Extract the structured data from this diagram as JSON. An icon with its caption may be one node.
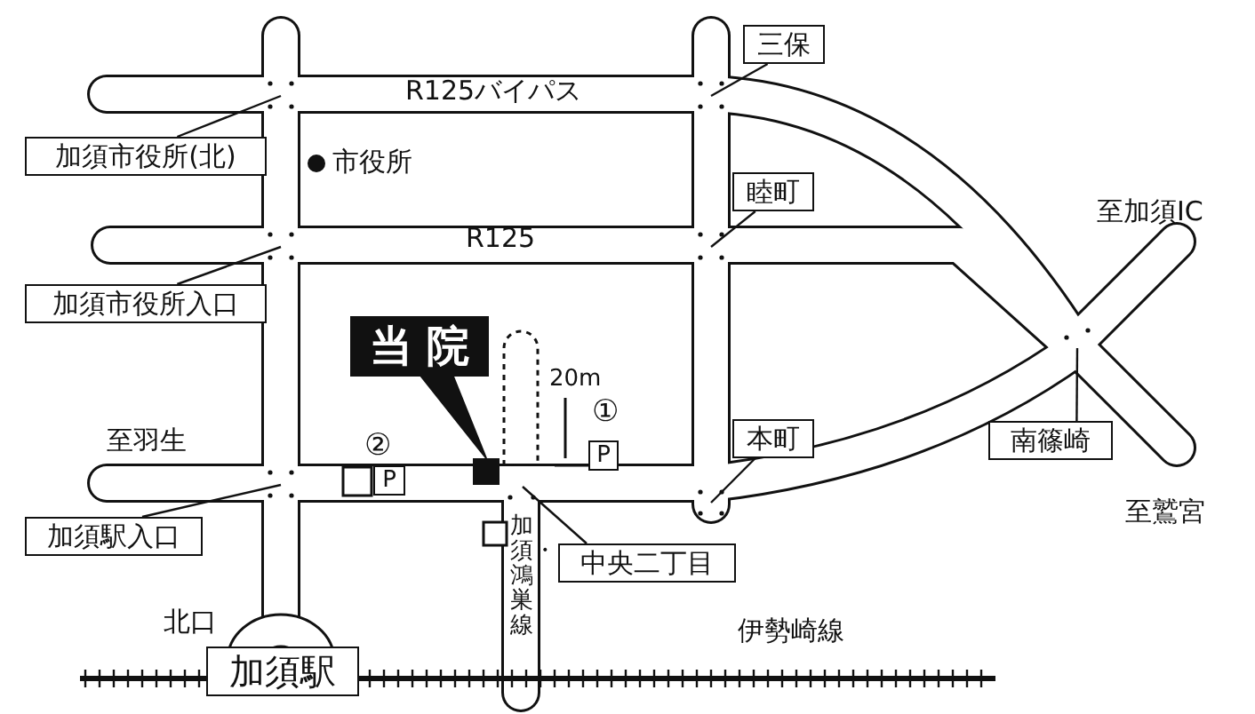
{
  "diagram": {
    "nodes": [
      {
        "text": [
          "加須市役所(北)"
        ]
      },
      {
        "text": [
          "三保"
        ]
      },
      {
        "text": [
          "睦町"
        ]
      },
      {
        "text": [
          "加須市役所入口"
        ]
      },
      {
        "text": [
          "当院"
        ]
      },
      {
        "text": [],
        "shape": "box"
      },
      {
        "text": [
          "P"
        ],
        "beside": [
          "②"
        ]
      },
      {
        "text": [
          "P"
        ],
        "beside": [
          "①"
        ]
      },
      {
        "text": [
          "本町"
        ]
      },
      {
        "text": [
          "南篠崎"
        ]
      },
      {
        "text": [
          "加須駅入口"
        ]
      },
      {
        "text": [
          "中央二丁目"
        ]
      },
      {
        "text": [
          "加須駅"
        ]
      }
    ],
    "edges": [
      {
        "from": 0,
        "to": null,
        "arrow": "none"
      },
      {
        "from": 1,
        "to": null,
        "arrow": "none"
      },
      {
        "from": 2,
        "to": null,
        "arrow": "none"
      },
      {
        "from": 3,
        "to": null,
        "arrow": "none"
      },
      {
        "from": 4,
        "to": 5,
        "arrow": "none"
      },
      {
        "from": 8,
        "to": null,
        "arrow": "none"
      },
      {
        "from": 9,
        "to": null,
        "arrow": "none"
      },
      {
        "from": 10,
        "to": null,
        "arrow": "none"
      },
      {
        "from": 11,
        "to": null,
        "arrow": "none"
      }
    ],
    "labels": [
      "R125バイパス",
      "市役所",
      "R125",
      "至加須IC",
      "20m",
      "至羽生",
      "北口",
      "加須・鴻巣線",
      "伊勢崎線",
      "至鷲宮"
    ]
  }
}
